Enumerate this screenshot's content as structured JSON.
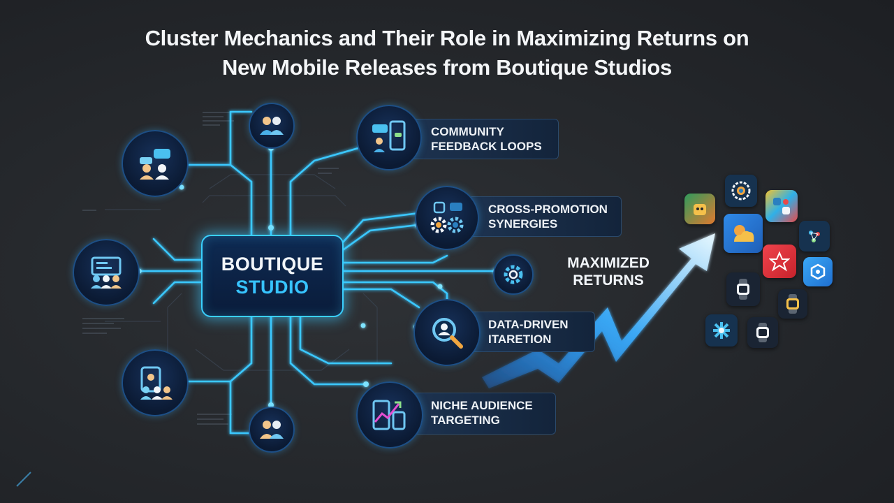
{
  "title": {
    "line1": "Cluster Mechanics and Their Role in Maximizing Returns on",
    "line2": "New Mobile Releases from Boutique Studios"
  },
  "center": {
    "line1": "BOUTIQUE",
    "line2": "STUDIO"
  },
  "mechanics": [
    {
      "line1": "COMMUNITY",
      "line2": "FEEDBACK LOOPS",
      "icon": "chat-phone-icon"
    },
    {
      "line1": "CROSS-PROMOTION",
      "line2": "SYNERGIES",
      "icon": "gears-icon"
    },
    {
      "line1": "DATA-DRIVEN",
      "line2": "ITARETION",
      "icon": "magnifier-user-icon"
    },
    {
      "line1": "NICHE AUDIENCE",
      "line2": "TARGETING",
      "icon": "devices-growth-icon"
    }
  ],
  "outcome": {
    "line1": "MAXIMIZED",
    "line2": "RETURNS"
  },
  "colors": {
    "accent": "#3ad0ff",
    "background": "#26292d",
    "node_fill": "#0b1a33"
  }
}
